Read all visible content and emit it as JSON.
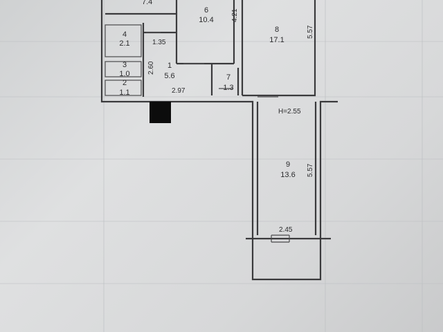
{
  "rooms": {
    "r1": {
      "num": "1",
      "area": "5.6"
    },
    "r2": {
      "num": "2",
      "area": "1.1"
    },
    "r3": {
      "num": "3",
      "area": "1.0"
    },
    "r4": {
      "num": "4",
      "area": "2.1"
    },
    "r5": {
      "area": "7.4"
    },
    "r6": {
      "num": "6",
      "area": "10.4"
    },
    "r7": {
      "num": "7",
      "area": "1.3"
    },
    "r8": {
      "num": "8",
      "area": "17.1"
    },
    "r9": {
      "num": "9",
      "area": "13.6"
    }
  },
  "dims": {
    "d_135": "1.35",
    "d_260": "2.60",
    "d_297": "2.97",
    "d_421": "4.21",
    "d_557_top": "5.57",
    "d_557_bottom": "5.57",
    "d_245": "2.45"
  },
  "ceiling_height": "H=2.55"
}
